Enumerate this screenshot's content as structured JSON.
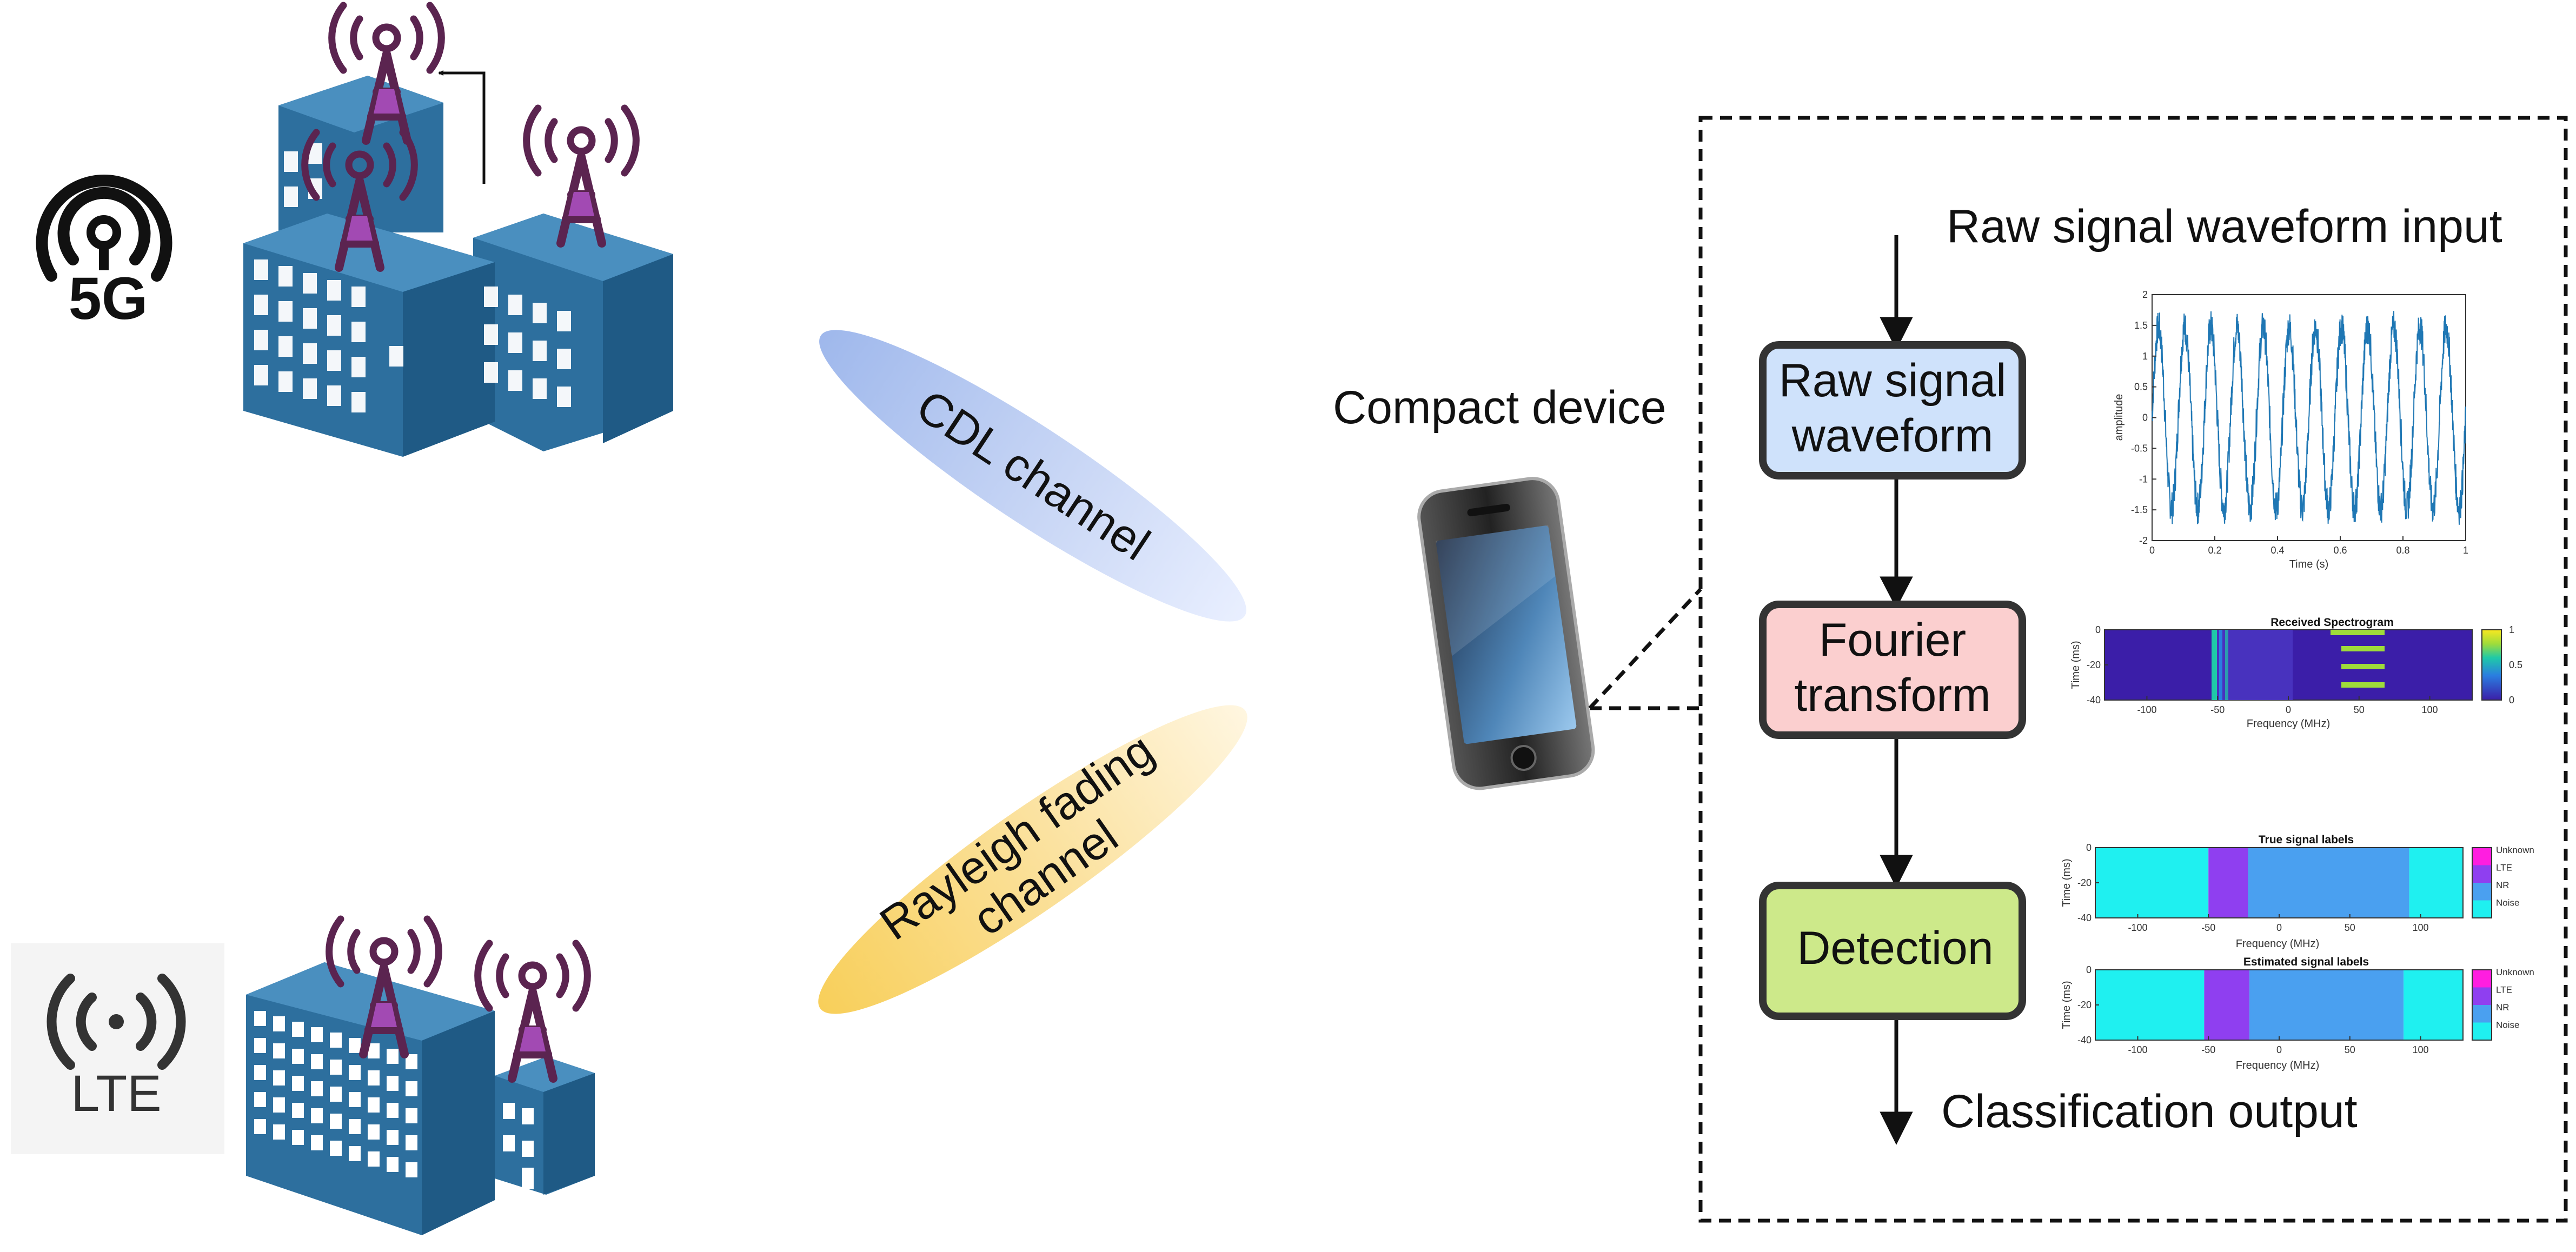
{
  "labels": {
    "icon_5g": "5G",
    "icon_lte": "LTE",
    "channel_cdl": "CDL channel",
    "channel_rayleigh_line1": "Rayleigh fading",
    "channel_rayleigh_line2": "channel",
    "device": "Compact device",
    "input": "Raw signal waveform input",
    "output": "Classification output"
  },
  "pipeline": {
    "raw_line1": "Raw signal",
    "raw_line2": "waveform",
    "fourier_line1": "Fourier",
    "fourier_line2": "transform",
    "detection": "Detection"
  },
  "colors": {
    "raw_box": "#cfe2fb",
    "fourier_box": "#fbcfcf",
    "detection_box": "#cde98a",
    "building": "#2d6f9e",
    "tower": "#5b2450",
    "lte_color": "#8f3ff0",
    "nr_color": "#4aa0f0",
    "noise_color": "#1ff0f0",
    "unknown_color": "#ff1ee0"
  },
  "chart_data": [
    {
      "type": "line",
      "xlabel": "Time (s)",
      "ylabel": "amplitude",
      "xlim": [
        0,
        1
      ],
      "ylim": [
        -2,
        2
      ],
      "x_ticks": [
        "0",
        "0.2",
        "0.4",
        "0.6",
        "0.8",
        "1"
      ],
      "y_ticks": [
        "2",
        "1.5",
        "1",
        "0.5",
        "0",
        "-0.5",
        "-1",
        "-1.5",
        "-2"
      ],
      "series_color": "#1f77b4",
      "cycles": 12,
      "amplitude": 1.6
    },
    {
      "type": "heatmap",
      "title": "Received Spectrogram",
      "xlabel": "Frequency (MHz)",
      "ylabel": "Time (ms)",
      "x_ticks": [
        "-100",
        "-50",
        "0",
        "50",
        "100"
      ],
      "y_ticks": [
        "0",
        "-20",
        "-40"
      ],
      "colorbar_ticks": [
        "1",
        "0.5",
        "0"
      ]
    },
    {
      "type": "heatmap",
      "title": "True signal labels",
      "xlabel": "Frequency (MHz)",
      "ylabel": "Time (ms)",
      "x_ticks": [
        "-100",
        "-50",
        "0",
        "50",
        "100"
      ],
      "y_ticks": [
        "0",
        "-20",
        "-40"
      ],
      "legend": [
        "Unknown",
        "LTE",
        "NR",
        "Noise"
      ],
      "regions": [
        {
          "label": "Noise",
          "from": -130,
          "to": -50
        },
        {
          "label": "LTE",
          "from": -50,
          "to": -22
        },
        {
          "label": "NR",
          "from": -22,
          "to": 92
        },
        {
          "label": "Noise",
          "from": 92,
          "to": 130
        }
      ]
    },
    {
      "type": "heatmap",
      "title": "Estimated signal labels",
      "xlabel": "Frequency (MHz)",
      "ylabel": "Time (ms)",
      "x_ticks": [
        "-100",
        "-50",
        "0",
        "50",
        "100"
      ],
      "y_ticks": [
        "0",
        "-20",
        "-40"
      ],
      "legend": [
        "Unknown",
        "LTE",
        "NR",
        "Noise"
      ],
      "regions": [
        {
          "label": "Noise",
          "from": -130,
          "to": -53
        },
        {
          "label": "LTE",
          "from": -53,
          "to": -21
        },
        {
          "label": "NR",
          "from": -21,
          "to": 88
        },
        {
          "label": "Noise",
          "from": 88,
          "to": 130
        }
      ]
    }
  ]
}
